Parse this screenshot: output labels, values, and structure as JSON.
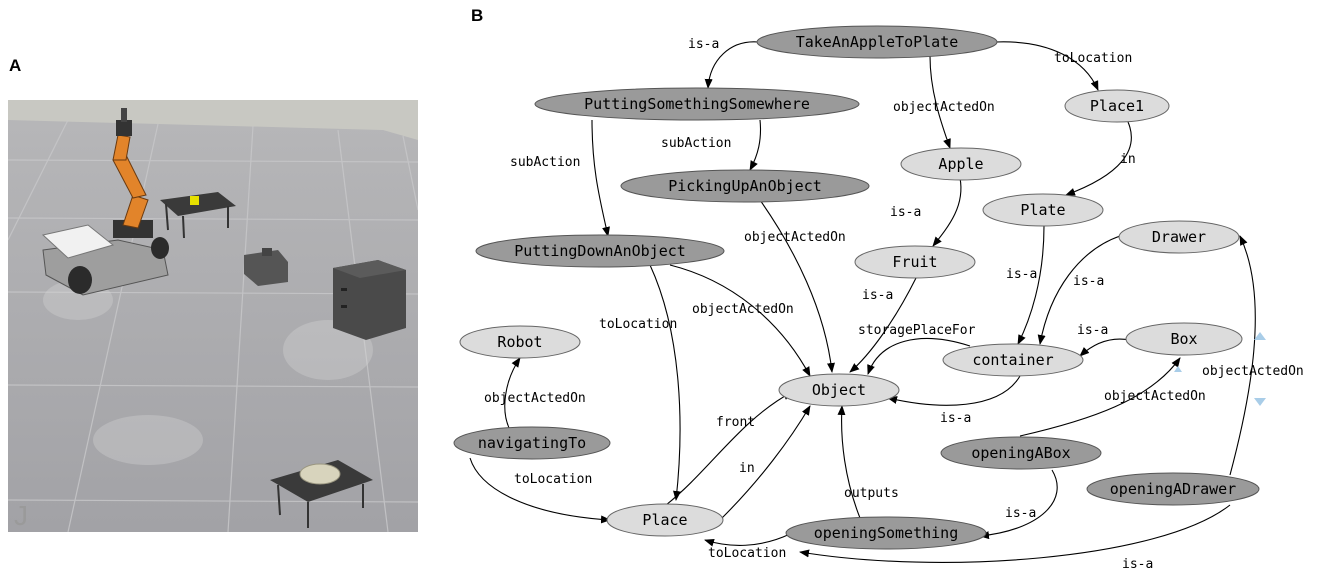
{
  "panels": {
    "a": "A",
    "b": "B"
  },
  "nodes": {
    "take_apple": "TakeAnAppleToPlate",
    "putting_somewhere": "PuttingSomethingSomewhere",
    "place1": "Place1",
    "apple": "Apple",
    "picking_up": "PickingUpAnObject",
    "plate": "Plate",
    "drawer": "Drawer",
    "putting_down": "PuttingDownAnObject",
    "fruit": "Fruit",
    "robot": "Robot",
    "box": "Box",
    "container": "container",
    "object": "Object",
    "navigating": "navigatingTo",
    "opening_box": "openingABox",
    "opening_drawer": "openingADrawer",
    "place": "Place",
    "opening_something": "openingSomething"
  },
  "edges": {
    "is_a_1": "is-a",
    "to_location_1": "toLocation",
    "object_acted_on_1": "objectActedOn",
    "sub_action_1": "subAction",
    "sub_action_2": "subAction",
    "in_1": "in",
    "is_a_2": "is-a",
    "object_acted_on_2": "objectActedOn",
    "is_a_3": "is-a",
    "is_a_4": "is-a",
    "to_location_2": "toLocation",
    "object_acted_on_3": "objectActedOn",
    "is_a_5": "is-a",
    "is_a_6": "is-a",
    "storage_place_for": "storagePlaceFor",
    "object_acted_on_4": "objectActedOn",
    "object_acted_on_5": "objectActedOn",
    "object_acted_on_6": "objectActedOn",
    "is_a_7": "is-a",
    "front": "front",
    "in_2": "in",
    "to_location_3": "toLocation",
    "outputs": "outputs",
    "is_a_8": "is-a",
    "to_location_4": "toLocation",
    "is_a_9": "is-a"
  },
  "colors": {
    "dark_node": "#9a9a9a",
    "light_node": "#dcdcdc",
    "sim_floor": "#a9a9ad",
    "sim_wall": "#c9c9c3",
    "robot_arm": "#e2842a"
  }
}
